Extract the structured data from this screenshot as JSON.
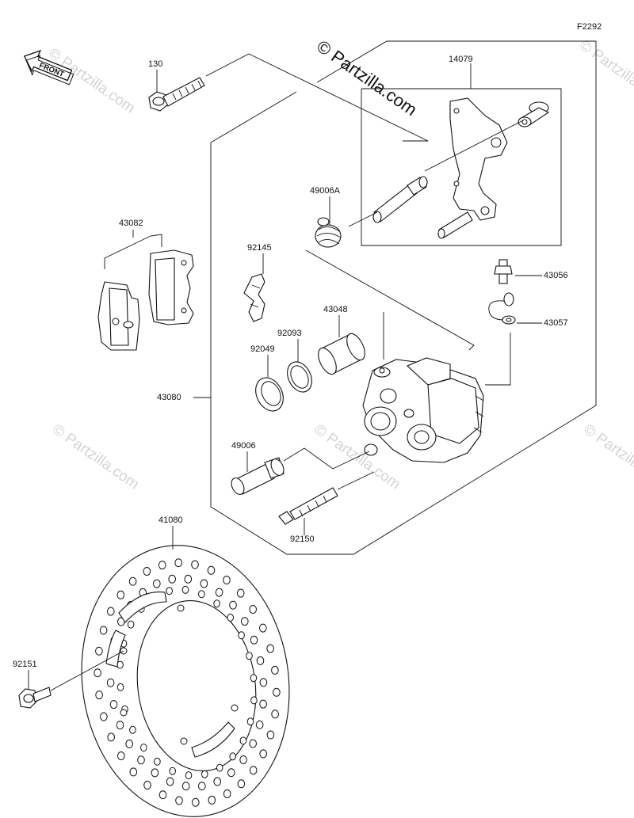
{
  "figure_code": "F2292",
  "front_label": "FRONT",
  "watermark_main": "© Partzilla.com",
  "watermark_faint": "© Partzilla.com",
  "part_labels": {
    "p130": "130",
    "p14079": "14079",
    "p49006A": "49006A",
    "p43082": "43082",
    "p92145": "92145",
    "p43056": "43056",
    "p43057": "43057",
    "p43048": "43048",
    "p92093": "92093",
    "p92049": "92049",
    "p43080": "43080",
    "p49006": "49006",
    "p92150": "92150",
    "p41080": "41080",
    "p92151": "92151"
  }
}
